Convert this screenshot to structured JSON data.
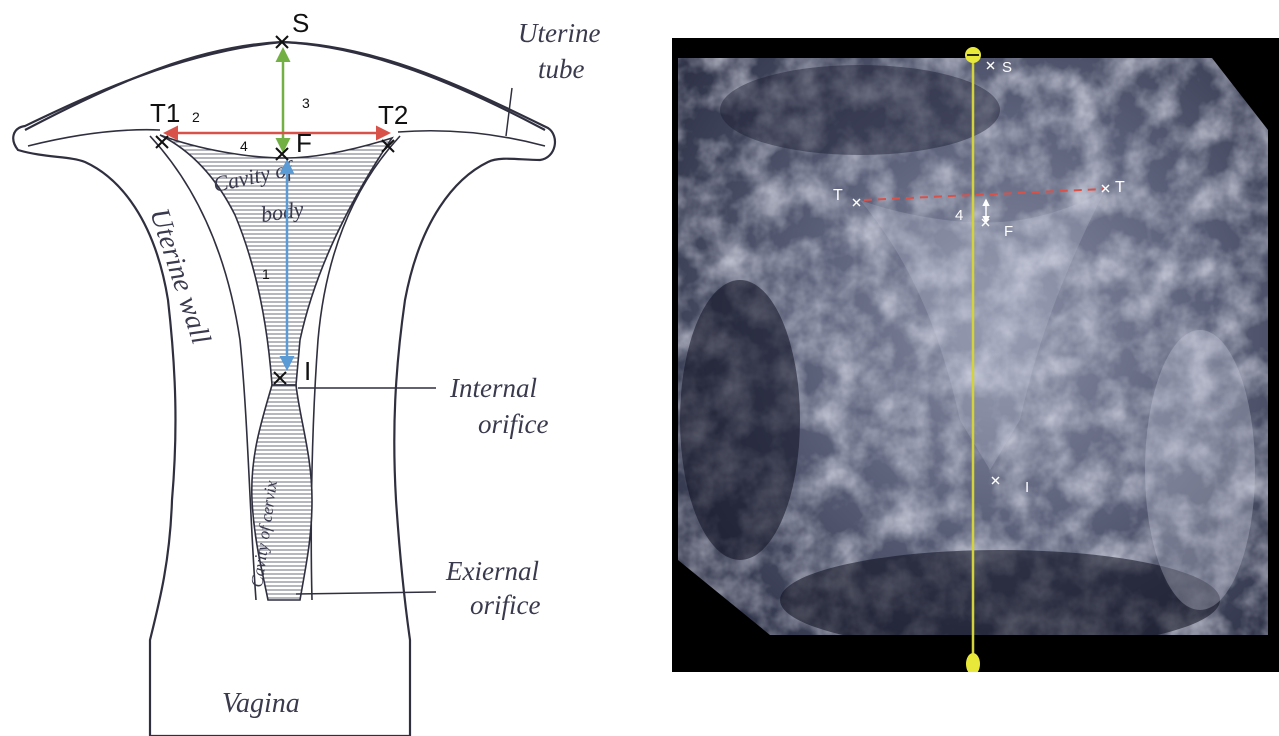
{
  "anatomy": {
    "labels": {
      "uterine_tube_1": "Uterine",
      "uterine_tube_2": "tube",
      "cavity_of_body_1": "Cavity of",
      "cavity_of_body_2": "body",
      "uterine_wall": "Uterine wall",
      "internal_orifice_1": "Internal",
      "internal_orifice_2": "orifice",
      "cavity_of_cervix": "Cavity of cervix",
      "external_orifice_1": "Exiernal",
      "external_orifice_2": "orifice",
      "vagina": "Vagina"
    },
    "points": {
      "S": "S",
      "T1": "T1",
      "T2": "T2",
      "F": "F",
      "I": "I"
    },
    "measurements": {
      "m1": "1",
      "m2": "2",
      "m3": "3",
      "m4": "4"
    },
    "colors": {
      "green_arrow": "#72b043",
      "red_arrow": "#d9524a",
      "blue_arrow": "#5b9bd5",
      "line_art": "#2f2f3f"
    }
  },
  "ultrasound": {
    "points": {
      "S": "S",
      "T_left": "T",
      "T_right": "T",
      "F": "F",
      "I": "I"
    },
    "measurements": {
      "m4": "4"
    },
    "colors": {
      "axis_line": "#d4d43a",
      "dashed_line": "#d9524a",
      "background": "#000000"
    }
  }
}
